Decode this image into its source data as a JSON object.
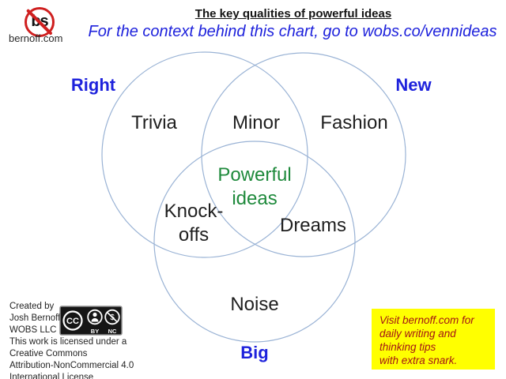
{
  "header": {
    "logo": {
      "letters": "bs",
      "site": "bernoff.com"
    },
    "title": "The key qualities of powerful ideas",
    "subtitle": "For the context behind this chart, go to wobs.co/vennideas"
  },
  "venn": {
    "sets": {
      "left": "Right",
      "right": "New",
      "bottom": "Big"
    },
    "regions": {
      "left_only": "Trivia",
      "left_and_right": "Minor",
      "right_only": "Fashion",
      "center_line1": "Powerful",
      "center_line2": "ideas",
      "left_and_bottom_line1": "Knock-",
      "left_and_bottom_line2": "offs",
      "right_and_bottom": "Dreams",
      "bottom_only": "Noise"
    }
  },
  "footer": {
    "credit_lines": [
      "Created by",
      "Josh Bernoff,",
      "WOBS LLC"
    ],
    "cc_badge": {
      "cc": "CC",
      "by": "BY",
      "nc": "NC"
    },
    "license_lines": [
      "This work is licensed under a",
      "Creative Commons",
      "Attribution-NonCommercial 4.0",
      "International License"
    ]
  },
  "callout": {
    "lines": [
      "Visit bernoff.com for",
      "daily writing and",
      "thinking tips",
      "with extra snark."
    ]
  },
  "colors": {
    "blue_text": "#1e22dc",
    "green_text": "#1f8a3c",
    "circle_stroke": "#9ab3d5",
    "callout_bg": "#ffff00",
    "callout_text": "#a31515",
    "logo_red": "#cf1f1f"
  }
}
